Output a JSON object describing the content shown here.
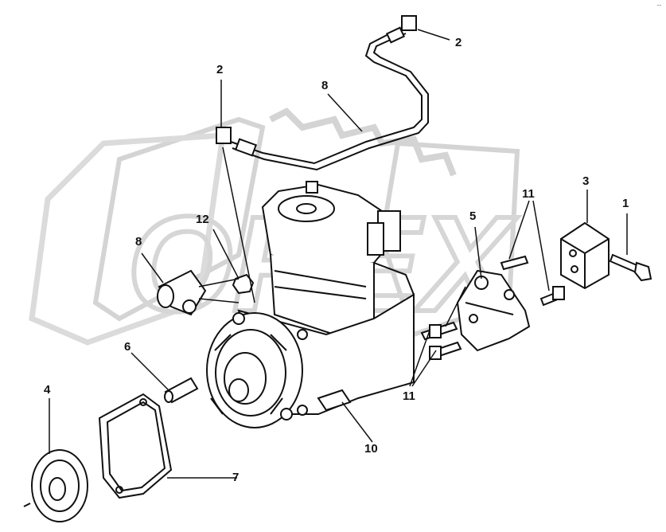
{
  "watermark": {
    "text": "OREX",
    "color": "#d4d4d4"
  },
  "corner_mark": "--",
  "callouts": {
    "c1": "1",
    "c2a": "2",
    "c2b": "2",
    "c3": "3",
    "c4": "4",
    "c5": "5",
    "c6": "6",
    "c7": "7",
    "c8a": "8",
    "c8b": "8",
    "c10": "10",
    "c11a": "11",
    "c11b": "11",
    "c12": "12"
  },
  "colors": {
    "line": "#111111",
    "part_fill": "#ffffff",
    "shadow": "#333333"
  }
}
